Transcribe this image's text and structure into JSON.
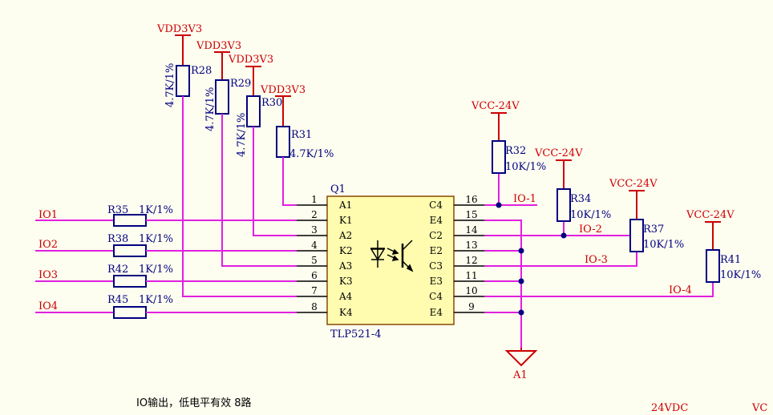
{
  "power": {
    "vdd1": "VDD3V3",
    "vdd2": "VDD3V3",
    "vdd3": "VDD3V3",
    "vdd4": "VDD3V3",
    "vcc1": "VCC-24V",
    "vcc2": "VCC-24V",
    "vcc3": "VCC-24V",
    "vcc4": "VCC-24V",
    "ground": "A1",
    "bottom_24vdc": "24VDC",
    "bottom_vcc_partial": "VC"
  },
  "resistors": {
    "r28": {
      "ref": "R28",
      "value": "4.7K/1%"
    },
    "r29": {
      "ref": "R29",
      "value": "4.7K/1%"
    },
    "r30": {
      "ref": "R30",
      "value": "4.7K/1%"
    },
    "r31": {
      "ref": "R31",
      "value": "4.7K/1%"
    },
    "r32": {
      "ref": "R32",
      "value": "10K/1%"
    },
    "r34": {
      "ref": "R34",
      "value": "10K/1%"
    },
    "r37": {
      "ref": "R37",
      "value": "10K/1%"
    },
    "r41": {
      "ref": "R41",
      "value": "10K/1%"
    },
    "r35": {
      "ref": "R35",
      "value": "1K/1%"
    },
    "r38": {
      "ref": "R38",
      "value": "1K/1%"
    },
    "r42": {
      "ref": "R42",
      "value": "1K/1%"
    },
    "r45": {
      "ref": "R45",
      "value": "1K/1%"
    }
  },
  "inputs": {
    "io1": "IO1",
    "io2": "IO2",
    "io3": "IO3",
    "io4": "IO4"
  },
  "outputs": {
    "o1": "IO-1",
    "o2": "IO-2",
    "o3": "IO-3",
    "o4": "IO-4"
  },
  "ic": {
    "ref": "Q1",
    "part": "TLP521-4",
    "left_pins": [
      {
        "num": "1",
        "name": "A1"
      },
      {
        "num": "2",
        "name": "K1"
      },
      {
        "num": "3",
        "name": "A2"
      },
      {
        "num": "4",
        "name": "K2"
      },
      {
        "num": "5",
        "name": "A3"
      },
      {
        "num": "6",
        "name": "K3"
      },
      {
        "num": "7",
        "name": "A4"
      },
      {
        "num": "8",
        "name": "K4"
      }
    ],
    "right_pins": [
      {
        "num": "16",
        "name": "C4"
      },
      {
        "num": "15",
        "name": "E4"
      },
      {
        "num": "14",
        "name": "C2"
      },
      {
        "num": "13",
        "name": "E2"
      },
      {
        "num": "12",
        "name": "C3"
      },
      {
        "num": "11",
        "name": "E3"
      },
      {
        "num": "10",
        "name": "C4"
      },
      {
        "num": "9",
        "name": "E4"
      }
    ]
  },
  "note": "IO输出，低电平有效 8路"
}
